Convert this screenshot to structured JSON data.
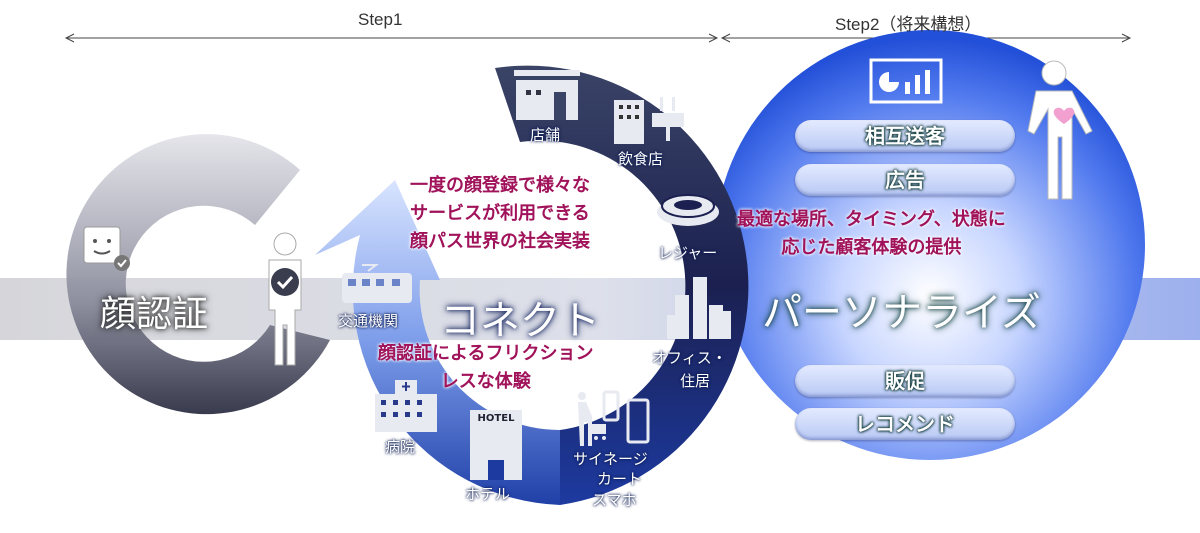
{
  "steps": {
    "step1": "Step1",
    "step2": "Step2（将来構想）"
  },
  "left": {
    "title": "顔認証"
  },
  "middle": {
    "title": "コネクト",
    "top_text": [
      "一度の顔登録で様々な",
      "サービスが利用できる",
      "顔パス世界の社会実装"
    ],
    "bottom_text": [
      "顔認証によるフリクション",
      "レスな体験"
    ],
    "items": {
      "store": "店舗",
      "restaurant": "飲食店",
      "leisure": "レジャー",
      "office": "オフィス・",
      "residence": "住居",
      "signage": "サイネージ",
      "cart": "カート",
      "phone": "スマホ",
      "hotel": "ホテル",
      "hotel_sign": "HOTEL",
      "hospital": "病院",
      "transport": "交通機関"
    }
  },
  "right": {
    "title": "パーソナライズ",
    "pills": [
      "相互送客",
      "広告",
      "販促",
      "レコメンド"
    ],
    "text": [
      "最適な場所、タイミング、状態に",
      "応じた顧客体験の提供"
    ]
  },
  "colors": {
    "magenta": "#a0125a",
    "navy": "#1a2660",
    "blue": "#2a5ae0"
  }
}
